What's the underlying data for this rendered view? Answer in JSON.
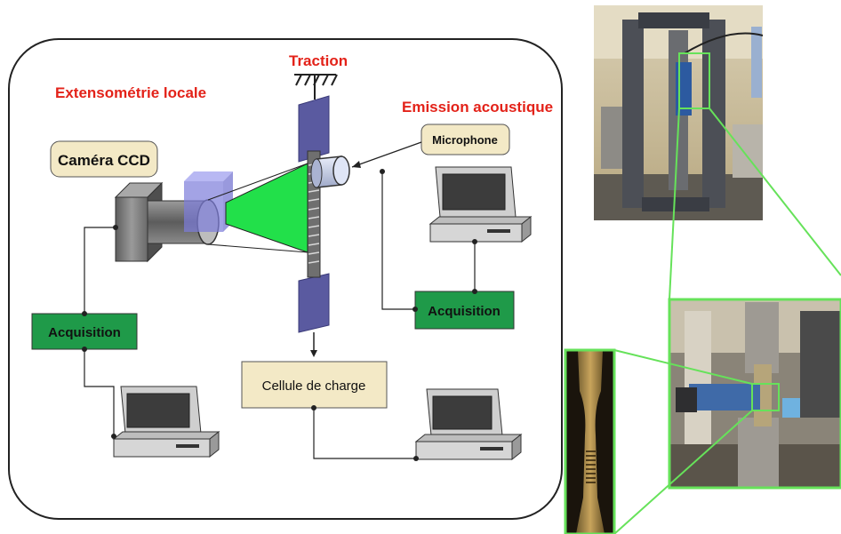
{
  "diagram": {
    "labels": {
      "traction": "Traction",
      "extensometry": "Extensométrie locale",
      "acoustic_emission": "Emission acoustique",
      "camera": "Caméra CCD",
      "microphone": "Microphone",
      "acquisition_left": "Acquisition",
      "acquisition_right": "Acquisition",
      "load_cell": "Cellule de charge"
    },
    "colors": {
      "annotation_red": "#e32219",
      "box_beige": "#f3e9c6",
      "acquisition_green": "#1f9a49",
      "light_cone_green": "#22e04a",
      "grip_purple": "#5a5aa0",
      "photo_frame_green": "#66e25a"
    },
    "photos": {
      "machine": "tensile-testing-machine-photo",
      "closeup": "specimen-closeup-photo",
      "specimen": "dogbone-specimen-photo"
    }
  }
}
